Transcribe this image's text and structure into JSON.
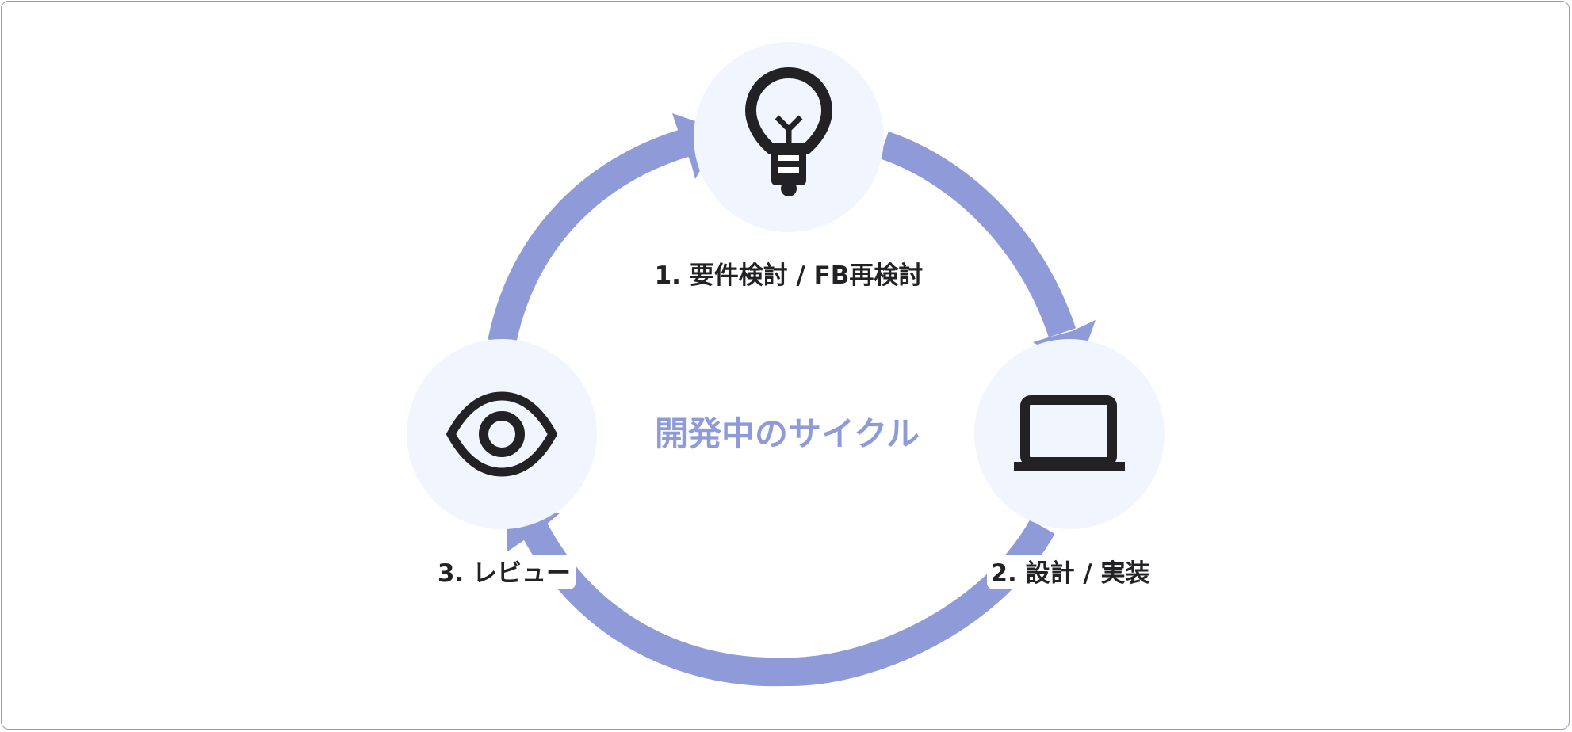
{
  "diagram": {
    "center_title": "開発中のサイクル",
    "steps": [
      {
        "label": "1. 要件検討 / FB再検討",
        "icon": "lightbulb-icon"
      },
      {
        "label": "2. 設計 / 実装",
        "icon": "laptop-icon"
      },
      {
        "label": "3. レビュー",
        "icon": "eye-icon"
      }
    ],
    "colors": {
      "arrow": "#8e9bd8",
      "node_fill": "#f1f5fe",
      "icon": "#222225",
      "text": "#222225",
      "frame_border": "#8e9cd8"
    }
  }
}
